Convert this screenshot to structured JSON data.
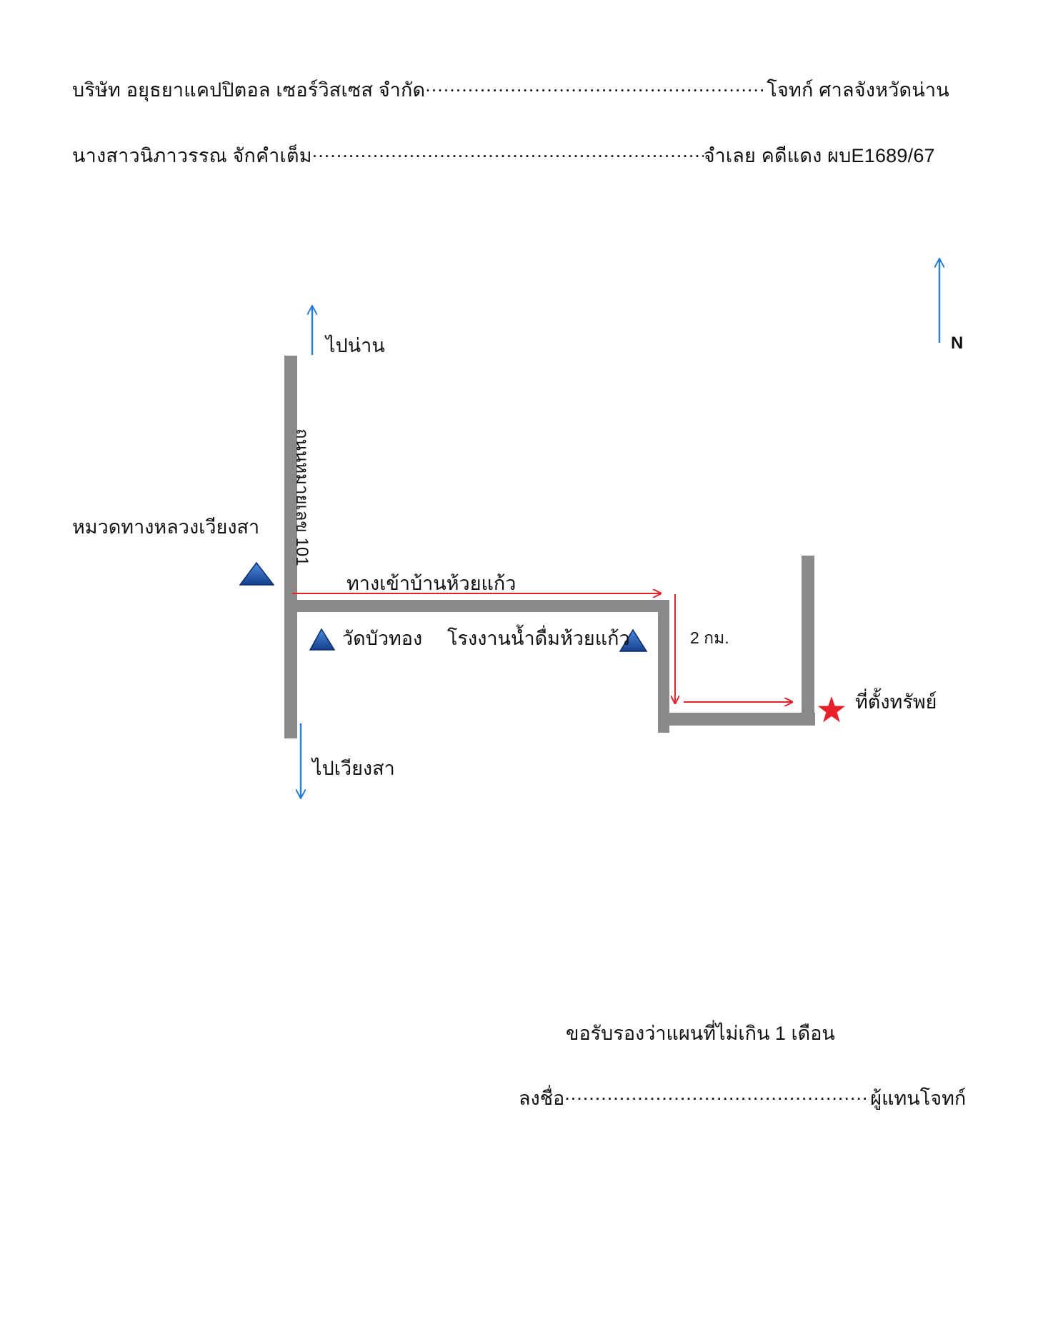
{
  "header": {
    "plaintiff_name": "บริษัท อยุธยาแคปปิตอล เซอร์วิสเซส จำกัด",
    "plaintiff_role": "โจทก์  ศาลจังหวัดน่าน",
    "defendant_name": "นางสาวนิภาวรรณ จักคำเต็ม",
    "defendant_role": "จำเลย คดีแดง ผบE1689/67"
  },
  "map": {
    "north_label": "N",
    "to_nan_label": "ไปน่าน",
    "to_wiangsa_label": "ไปเวียงสา",
    "highway_label": "ถนนหมายเลข 101",
    "landmark_district_label": "หมวดทางหลวงเวียงสา",
    "entrance_label": "ทางเข้าบ้านห้วยแก้ว",
    "temple_label": "วัดบัวทอง",
    "factory_label": "โรงงานน้ำดื่มห้วยแก้ว",
    "distance_label": "2 กม.",
    "property_label": "ที่ตั้งทรัพย์",
    "colors": {
      "road": "#8c8a88",
      "route_arrow": "#e8202a",
      "direction_arrow": "#2a7fd4",
      "landmark": "#1e56b0",
      "property_star": "#e8202a"
    },
    "icons": [
      "north-arrow-icon",
      "landmark-triangle-icon",
      "property-star-icon"
    ]
  },
  "footer": {
    "certification": "ขอรับรองว่าแผนที่ไม่เกิน 1 เดือน",
    "sign_prefix": "ลงชื่อ",
    "sign_role": "ผู้แทนโจทก์"
  }
}
